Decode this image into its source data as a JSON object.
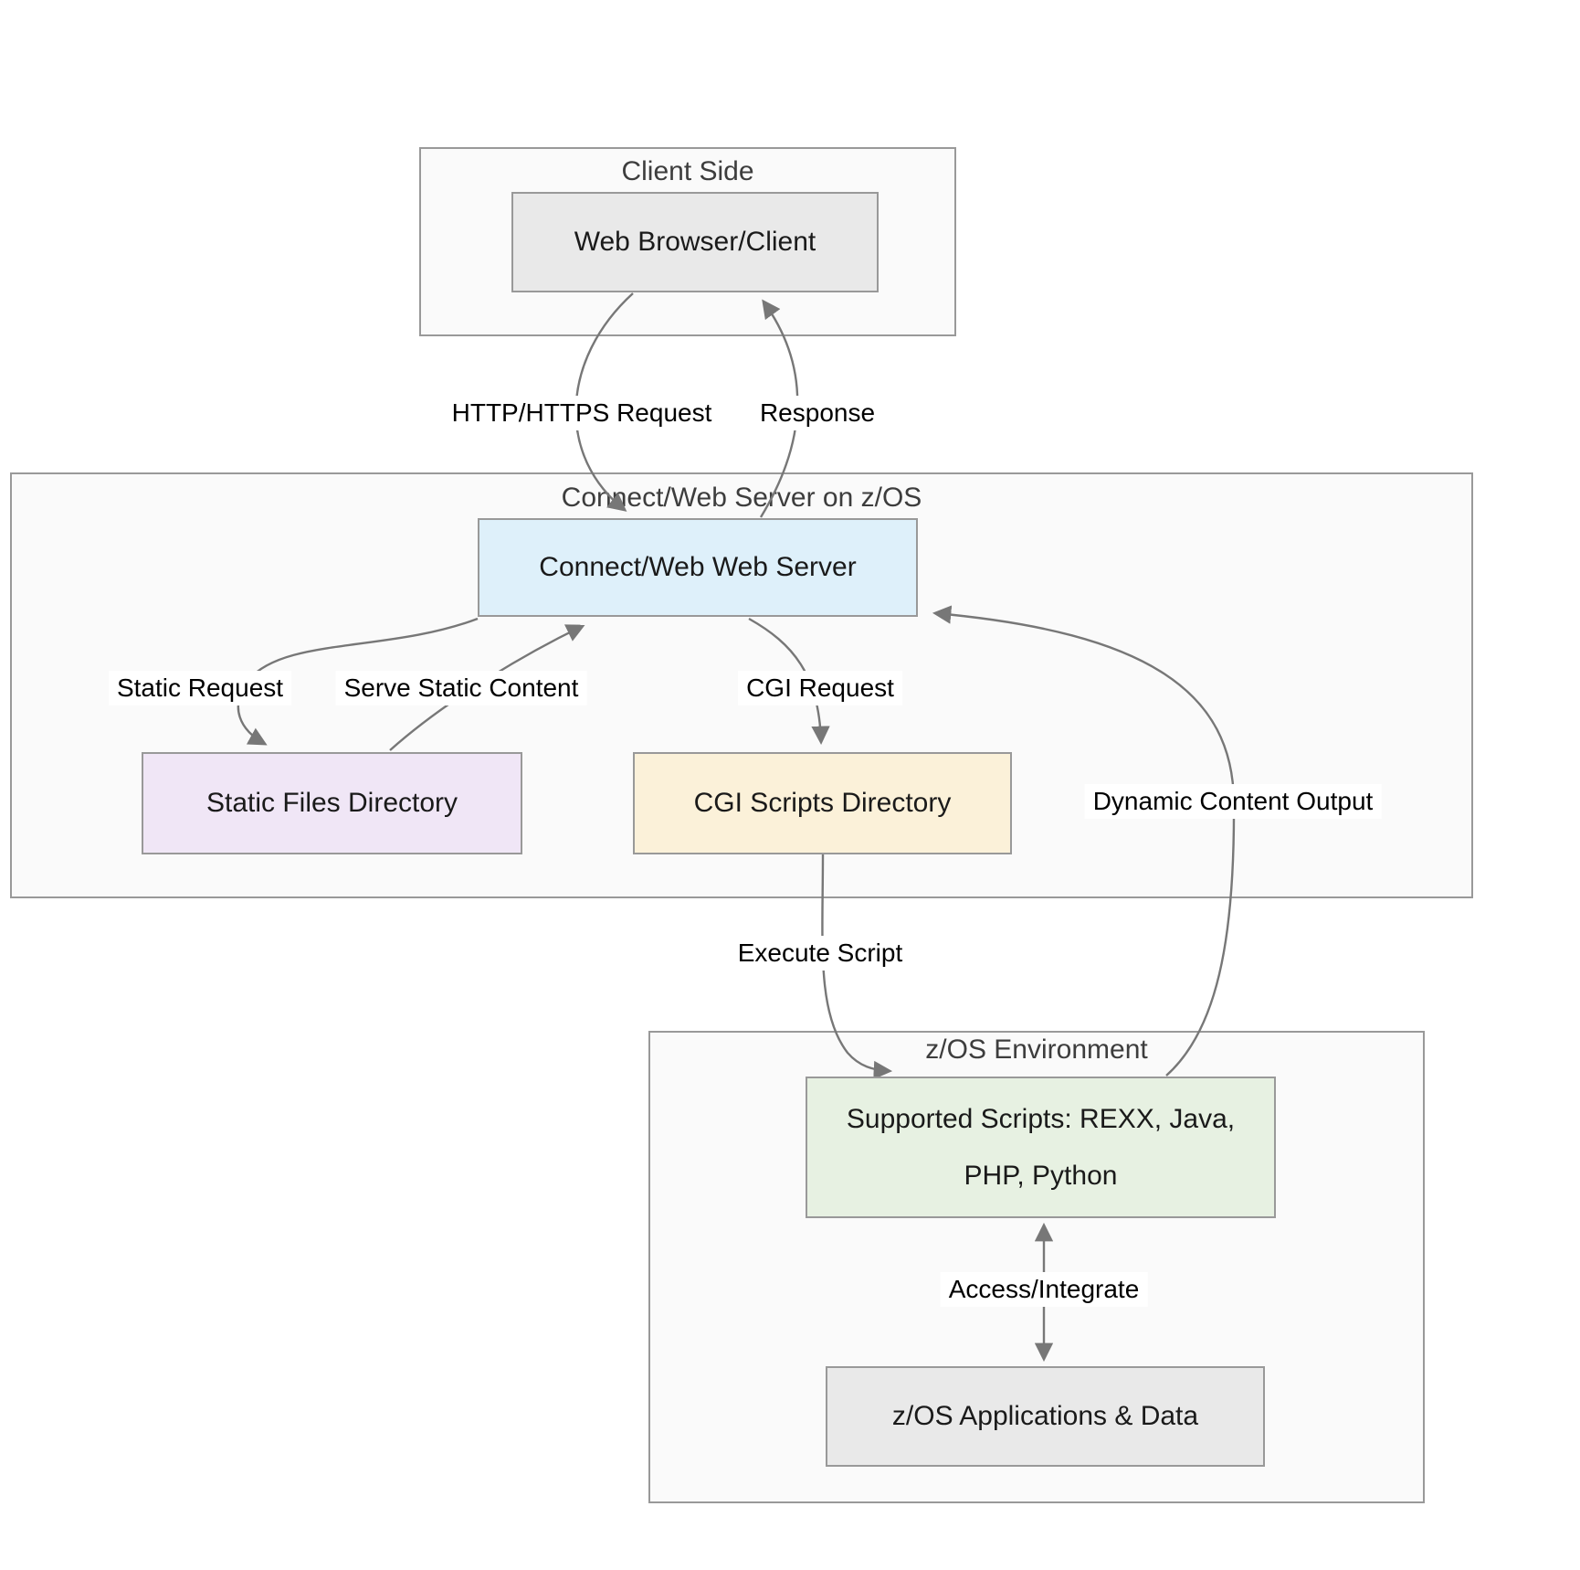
{
  "subgraphs": {
    "client": {
      "title": "Client Side"
    },
    "server": {
      "title": "Connect/Web Server on z/OS"
    },
    "zos": {
      "title": "z/OS Environment"
    }
  },
  "nodes": {
    "browser": {
      "label": "Web Browser/Client",
      "fill": "#e9e9e9"
    },
    "webserver": {
      "label": "Connect/Web Web Server",
      "fill": "#def0fa"
    },
    "static_files": {
      "label": "Static Files Directory",
      "fill": "#f0e6f6"
    },
    "cgi_scripts": {
      "label": "CGI Scripts Directory",
      "fill": "#fbf1d9"
    },
    "scripts": {
      "label": "Supported Scripts: REXX, Java, PHP, Python",
      "fill": "#e7f1e2"
    },
    "apps": {
      "label": "z/OS Applications & Data",
      "fill": "#e9e9e9"
    }
  },
  "edge_labels": {
    "request": "HTTP/HTTPS Request",
    "response": "Response",
    "static_request": "Static Request",
    "serve_static": "Serve Static Content",
    "cgi_request": "CGI Request",
    "dynamic_output": "Dynamic Content Output",
    "execute_script": "Execute Script",
    "access_integrate": "Access/Integrate"
  },
  "colors": {
    "node_gray": "#e9e9e9",
    "node_blue": "#def0fa",
    "node_purple": "#f0e6f6",
    "node_cream": "#fbf1d9",
    "node_green": "#e7f1e2",
    "subgraph_bg": "#fafafa",
    "border": "#999999",
    "edge": "#777777"
  }
}
